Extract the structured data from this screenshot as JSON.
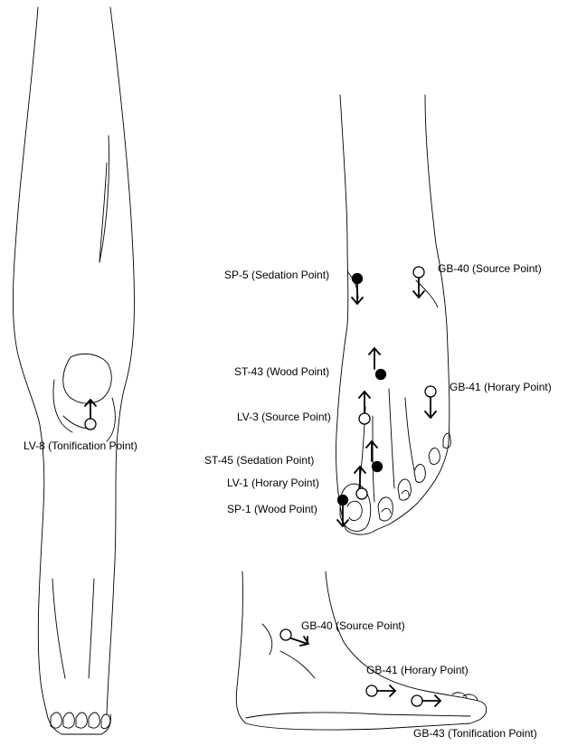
{
  "labels": {
    "lv8": "LV-8 (Tonification Point)",
    "sp5": "SP-5 (Sedation Point)",
    "gb40_top": "GB-40 (Source Point)",
    "st43": "ST-43 (Wood Point)",
    "gb41_top": "GB-41 (Horary Point)",
    "lv3": "LV-3 (Source Point)",
    "st45": "ST-45 (Sedation Point)",
    "lv1": "LV-1 (Horary Point)",
    "sp1": "SP-1 (Wood Point)",
    "gb40_side": "GB-40 (Source Point)",
    "gb41_side": "GB-41 (Horary Point)",
    "gb43_side": "GB-43 (Tonification Point)"
  },
  "colors": {
    "ink": "#000000",
    "paper": "#ffffff"
  }
}
